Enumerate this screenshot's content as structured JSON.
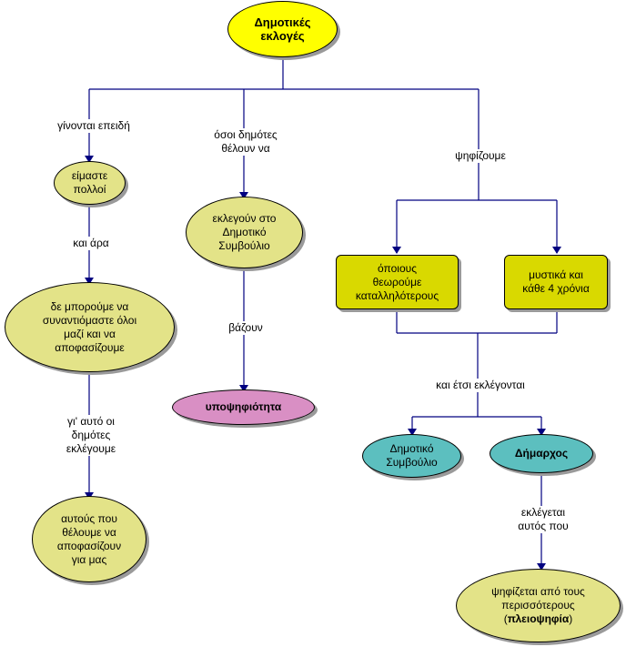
{
  "colors": {
    "yellow": "#ffff00",
    "khaki": "#e3e388",
    "olive": "#d9d900",
    "pink": "#d98fc4",
    "teal": "#5cbfbf",
    "connector": "#000080"
  },
  "nodes": {
    "root": "Δημοτικές\nεκλογές",
    "many": "είμαστε\nπολλοί",
    "cannot_meet": "δε μπορούμε να\nσυναντιόμαστε όλοι\nμαζί και να\nαποφασίζουμε",
    "those_who_decide": "αυτούς που\nθέλουμε να\nαποφασίζουν\nγια μας",
    "elect_council": "εκλεγούν στο\nΔημοτικό\nΣυμβούλιο",
    "candidacy": "υποψηφιότητα",
    "most_suitable": "όποιους\nθεωρούμε\nκαταλληλότερους",
    "secret_every4": "μυστικά και\nκάθε 4 χρόνια",
    "council": "Δημοτικό\nΣυμβούλιο",
    "mayor": "Δήμαρχος",
    "majority_pre": "ψηφίζεται από  τους\nπερισσότερους\n(",
    "majority_bold": "πλειοψηφία",
    "majority_post": ")"
  },
  "links": {
    "because": "γίνονται επειδή",
    "and_so": "και άρα",
    "therefore_citizens": "γι' αυτό οι\nδημότες\nεκλέγουμε",
    "citizens_want": "όσοι δημότες\nθέλουν να",
    "put": "βάζουν",
    "we_vote": "ψηφίζουμε",
    "thus_elected": "και έτσι εκλέγονται",
    "elected_who": "εκλέγεται\nαυτός που"
  }
}
